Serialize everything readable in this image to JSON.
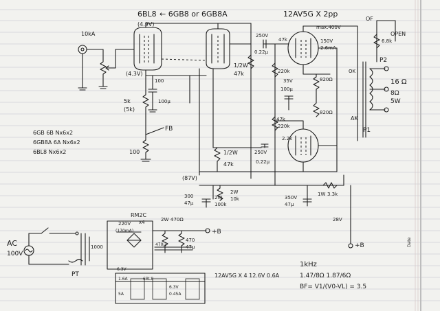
{
  "tubes": {
    "output_type": "6BL8",
    "output_alt": "← 6GB8 or 6GB8A",
    "output_pin": "(4.9V)",
    "driver_type": "12AV5G X 2pp",
    "driver_max": "max.400V"
  },
  "labels": {
    "input_pot": "10kA",
    "grid_res": "(4.3V)",
    "bias_pot": "5k",
    "bias_pot2": "(5k)",
    "cath_res": "100",
    "cath_cap": "100μ",
    "fb": "FB",
    "fb_res": "100",
    "coupling1_r": "1/2W",
    "coupling1_v": "47k",
    "coupling1_c": "0.22μ",
    "coupling1_cv": "250V",
    "grid1": "47k",
    "grid2": "47k",
    "coupling2_r": "1/2W",
    "coupling2_v": "47k",
    "coupling2_c": "0.22μ",
    "coupling2_cv": "250V",
    "plate_res1": "220k",
    "plate_res2": "220k",
    "cap_100": "100μ",
    "cath_820": "820Ω",
    "cath_820b": "820Ω",
    "v35": "35V",
    "r22": "2.2k",
    "screen": "150V",
    "screen_i": "2.6mA",
    "of": "OF",
    "open": "OPEN",
    "r68": "6.8k",
    "p2": "P2",
    "p1": "P1",
    "ak": "AK",
    "ok": "OK",
    "imp16": "16 Ω",
    "imp8": "8Ω",
    "watt": "5W",
    "b87": "(87V)",
    "c300": "300",
    "c47": "47μ",
    "r2w": "2W",
    "r10k": "10k",
    "rmid": "2W",
    "rmid2": "100k",
    "c350": "350V",
    "c47b": "47μ",
    "rr1": "1W",
    "rr2": "3.3k",
    "b28": "28V",
    "plusB": "+B",
    "plusB2": "+B",
    "diode": "RM2C",
    "diode_n": "x4",
    "v220": "220V",
    "ma": "(170mA)",
    "c2w": "2W",
    "c2w2": "470Ω",
    "c470": "470",
    "c470v": "47μ",
    "c470b": "470μ",
    "ac": "AC",
    "acv": "100V",
    "pt": "PT",
    "k1000": "1000",
    "h63": "6.3V",
    "h15": "1.6A",
    "h5a": "5A",
    "h6bl8": "6BL8",
    "h63b": "6.3V",
    "h045": "0.45A",
    "heater_note": "12AV5G X 4   12.6V 0.6A",
    "khz": "1kHz",
    "meas1": "1.47/8Ω  1.87/6Ω",
    "meas2": "BF= V1/(V0-VL) = 3.5",
    "notes": [
      "6GB 6B   Nx6x2",
      "6GB8A  6A   Nx6x2",
      "6BL8         Nx6x2"
    ],
    "page_mark": "Date"
  }
}
